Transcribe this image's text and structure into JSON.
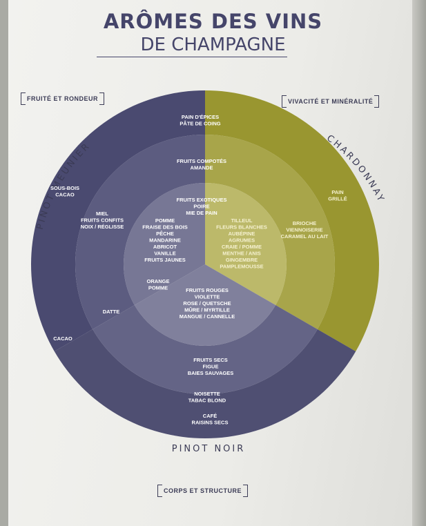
{
  "title": "ARÔMES DES VINS",
  "subtitle": "DE CHAMPAGNE",
  "corner_labels": {
    "top_left": "FRUITÉ ET RONDEUR",
    "top_right": "VIVACITÉ ET MINÉRALITÉ",
    "bottom": "CORPS ET STRUCTURE"
  },
  "grapes": {
    "pinot_meunier": "PINOT MEUNIER",
    "chardonnay": "CHARDONNAY",
    "pinot_noir": "PINOT NOIR"
  },
  "colors": {
    "pinot_meunier_outer": "#4a4a70",
    "pinot_meunier_mid": "#5c5c80",
    "pinot_meunier_inner": "#777795",
    "chardonnay_outer": "#999630",
    "chardonnay_mid": "#a8a54a",
    "chardonnay_inner": "#bcb96a",
    "pinot_noir_outer": "#4f4f72",
    "pinot_noir_mid": "#646486",
    "pinot_noir_inner": "#80809c"
  },
  "aromas": {
    "pinot_meunier": {
      "outer": [
        "SOUS-BOIS",
        "CACAO"
      ],
      "middle": [
        "MIEL",
        "FRUITS CONFITS",
        "NOIX / RÉGLISSE"
      ],
      "inner": [
        "POMME",
        "FRAISE DES BOIS",
        "PÊCHE",
        "MANDARINE",
        "ABRICOT",
        "VANILLE",
        "FRUITS JAUNES"
      ],
      "boundary_outer": [
        "CACAO"
      ],
      "boundary_middle": [
        "DATTE"
      ],
      "boundary_inner": [
        "ORANGE",
        "POMME"
      ]
    },
    "top": {
      "outer": [
        "PAIN D'ÉPICES",
        "PÂTE DE COING"
      ],
      "middle": [
        "FRUITS COMPOTÉS",
        "AMANDE"
      ],
      "inner": [
        "FRUITS EXOTIQUES",
        "POIRE",
        "MIE DE PAIN"
      ]
    },
    "chardonnay": {
      "outer": [
        "PAIN",
        "GRILLÉ"
      ],
      "middle": [
        "BRIOCHE",
        "VIENNOISERIE",
        "CARAMEL AU LAIT"
      ],
      "inner": [
        "TILLEUL",
        "FLEURS BLANCHES",
        "AUBÉPINE",
        "AGRUMES",
        "CRAIE / POMME",
        "MENTHE / ANIS",
        "GINGEMBRE",
        "PAMPLEMOUSSE"
      ]
    },
    "pinot_noir": {
      "inner": [
        "FRUITS ROUGES",
        "VIOLETTE",
        "ROSE / QUETSCHE",
        "MÛRE / MYRTILLE",
        "MANGUE / CANNELLE"
      ],
      "middle": [
        "FRUITS SECS",
        "FIGUE",
        "BAIES SAUVAGES"
      ],
      "outer_1": [
        "NOISETTE",
        "TABAC BLOND"
      ],
      "outer_2": [
        "CAFÉ",
        "RAISINS SECS"
      ]
    }
  }
}
